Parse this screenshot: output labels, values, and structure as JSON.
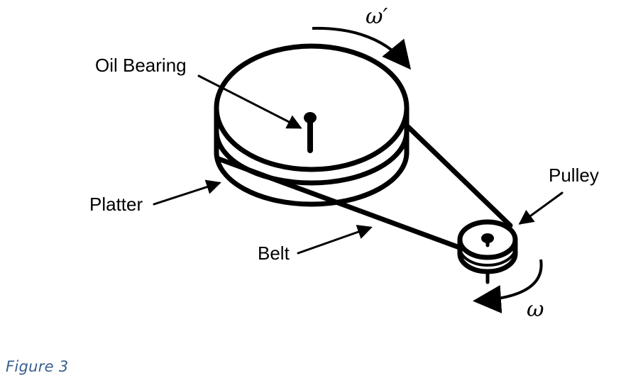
{
  "labels": {
    "oil_bearing": "Oil Bearing",
    "platter": "Platter",
    "belt": "Belt",
    "pulley": "Pulley",
    "omega_prime": "ω′",
    "omega": "ω"
  },
  "caption": "Figure 3",
  "colors": {
    "ink": "#000000",
    "caption": "#3a5f8e",
    "background": "#ffffff"
  }
}
